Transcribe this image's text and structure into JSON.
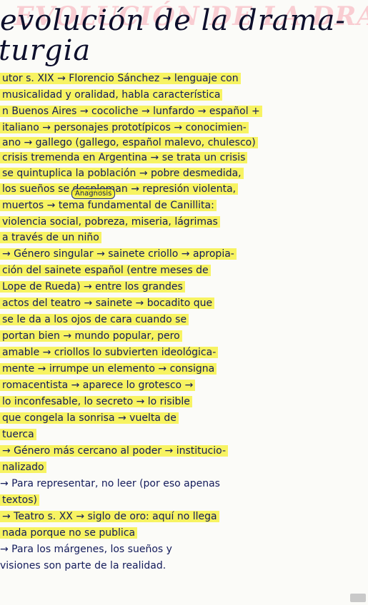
{
  "title": {
    "watermark": "EVOLUCIÓN DE LA DRAMA",
    "line1": "evolución de la drama-",
    "line2": "turgia"
  },
  "lines": [
    "utor s. XIX → Florencio Sánchez → lenguaje con",
    "musicalidad y oralidad, habla característica",
    "n Buenos Aires → cocoliche → lunfardo → español +",
    "italiano → personajes prototípicos → conocimien-",
    "ano → gallego (gallego, español malevo, chulesco)",
    "crisis tremenda en Argentina → se trata un crisis",
    "se quintuplica la población → pobre desmedida,",
    "los sueños se desploman → represión violenta,",
    "muertos → tema fundamental de Canillita:",
    "violencia social, pobreza, miseria, lágrimas",
    "a través de un niño",
    "→ Género singular → sainete criollo → apropia-",
    "ción del sainete español (entre meses de",
    "Lope de Rueda) → entre los grandes",
    "actos del teatro → sainete → bocadito que",
    "se le da a los ojos de cara cuando se",
    "portan bien → mundo popular, pero",
    "amable → criollos lo subvierten ideológica-",
    "mente → irrumpe un elemento → consigna",
    "romacentista → aparece lo grotesco →",
    "lo inconfesable, lo secreto → lo risible",
    "que congela la sonrisa → vuelta de",
    "tuerca",
    "→ Género más cercano al poder → institucio-",
    "nalizado",
    "→ Para representar, no leer (por eso apenas",
    "textos)",
    "→ Teatro s. XX → siglo de oro: aquí no llega",
    "nada porque no se publica",
    "→ Para los márgenes, los sueños y",
    "visiones son parte de la realidad."
  ],
  "note_label": "Anagnosis"
}
